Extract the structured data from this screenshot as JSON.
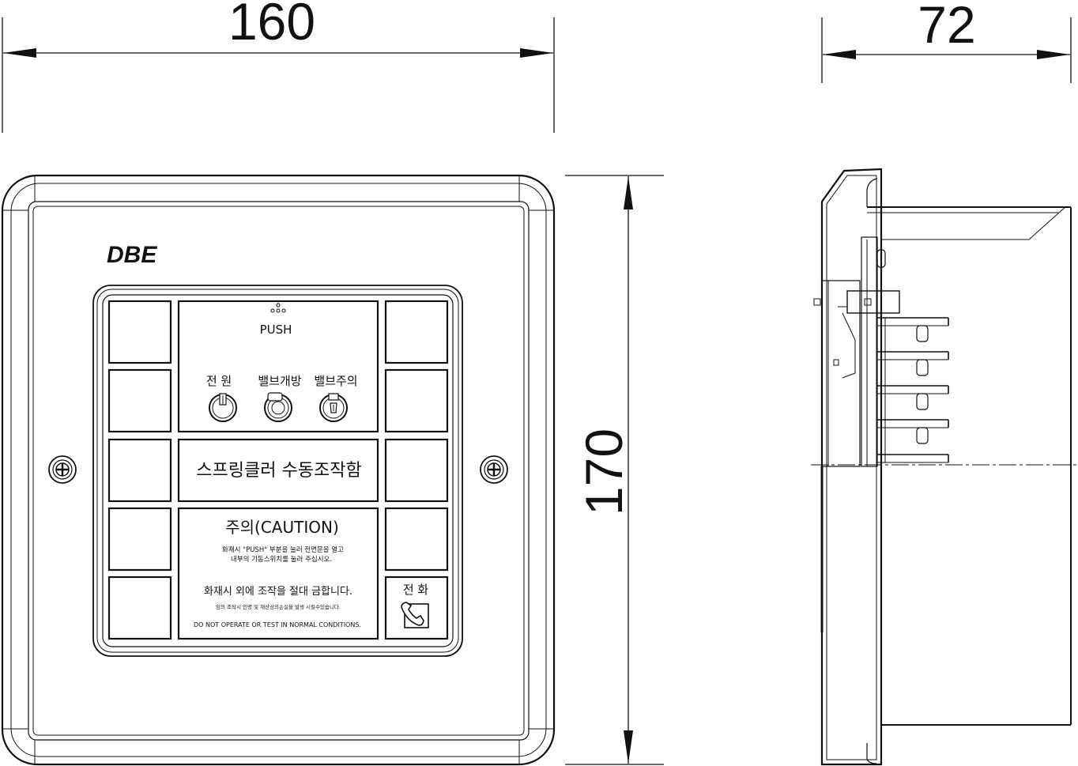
{
  "dimensions": {
    "width": "160",
    "depth": "72",
    "height": "170"
  },
  "front_panel": {
    "brand": "DBE",
    "push_label": "PUSH",
    "indicators": [
      {
        "label": "전 원",
        "icon": "power-icon"
      },
      {
        "label": "밸브개방",
        "icon": "valve-open-icon"
      },
      {
        "label": "밸브주의",
        "icon": "valve-caution-icon"
      }
    ],
    "title": "스프링클러 수동조작함",
    "caution": {
      "heading": "주의(CAUTION)",
      "line1": "화재시 \"PUSH\" 부분을 눌러 전면문을 열고",
      "line2": "내부의 기동스위치를 눌러 주십시오.",
      "warning": "화재시 외에 조작을 절대 금합니다.",
      "small": "임의 조작시 인명 및 재산상의손실을 발생 시킬수있습니다.",
      "english": "DO NOT OPERATE OR TEST IN NORMAL CONDITIONS."
    },
    "phone": {
      "label": "전 화",
      "icon": "phone-jack-icon"
    }
  }
}
